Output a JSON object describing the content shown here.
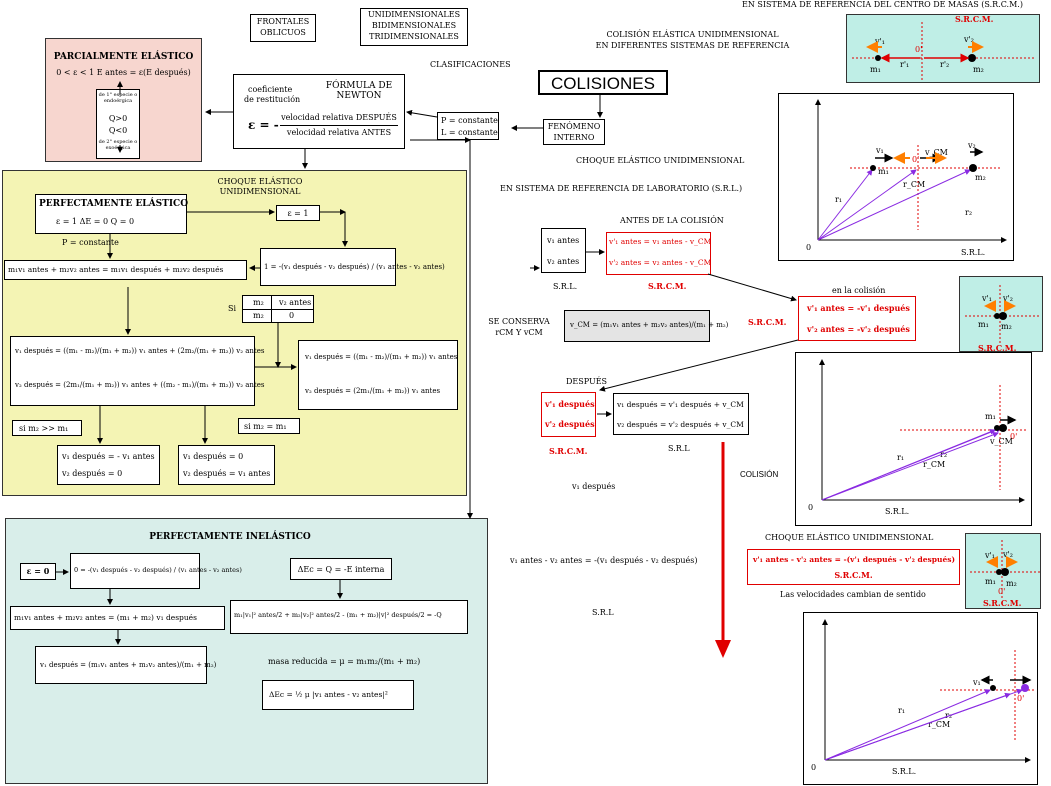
{
  "top": {
    "frontales": [
      "FRONTALES",
      "OBLICUOS"
    ],
    "dims": [
      "UNIDIMENSIONALES",
      "BIDIMENSIONALES",
      "TRIDIMENSIONALES"
    ],
    "clasificaciones": "CLASIFICACIONES",
    "colisiones": "COLISIONES",
    "fenomeno": [
      "FENÓMENO",
      "INTERNO"
    ],
    "srcm_title": "EN SISTEMA DE REFERENCIA DEL CENTRO DE MASAS (S.R.C.M.)",
    "colision_elastica": [
      "COLISIÓN ELÁSTICA UNIDIMENSIONAL",
      "EN DIFERENTES SISTEMAS DE REFERENCIA"
    ]
  },
  "parcial": {
    "title": "PARCIALMENTE ELÁSTICO",
    "formula": "0 < ε < 1    E antes = ε(E después)",
    "notes": [
      "de 1° especie o endoérgica",
      "Q>0",
      "Q<0",
      "de 2° especie o exoérgica"
    ]
  },
  "newton": {
    "coef": [
      "coeficiente",
      "de restitución"
    ],
    "title": [
      "FÓRMULA DE",
      "NEWTON"
    ],
    "num": "velocidad relativa DESPUÉS",
    "den": "velocidad relativa ANTES",
    "eps": "ε = -"
  },
  "conserv": [
    "P = constante",
    "L = constante"
  ],
  "choque": {
    "title": [
      "CHOQUE ELÁSTICO",
      "UNIDIMENSIONAL"
    ],
    "perf_title": "PERFECTAMENTE ELÁSTICO",
    "perf_eq": "ε = 1     ΔE = 0    Q = 0",
    "p_const": "P = constante",
    "eps1": "ε = 1",
    "one_eq": "1 = -(v₁ después - v₂ después) / (v₁ antes - v₂ antes)",
    "momentum": "m₁v₁ antes + m₂v₂ antes = m₁v₁ después + m₂v₂ después",
    "si": "Si",
    "si_table": [
      "m₂",
      "v₂ antes",
      "m₂",
      "0"
    ],
    "v1": "v₁ después = ((m₁ - m₂)/(m₁ + m₂)) v₁ antes + (2m₂/(m₁ + m₂)) v₂ antes",
    "v2": "v₂ después = (2m₁/(m₁ + m₂)) v₁ antes + ((m₂ - m₁)/(m₁ + m₂)) v₂ antes",
    "v1b": "v₁ después = ((m₁ - m₂)/(m₁ + m₂)) v₁ antes",
    "v2b": "v₂ después = (2m₁/(m₁ + m₂)) v₁ antes",
    "si_gg": "si m₂ >> m₁",
    "si_eq": "si m₂ = m₁",
    "res1": [
      "v₁ después = - v₁ antes",
      "v₂ después = 0"
    ],
    "res2": [
      "v₁ después = 0",
      "v₂ después = v₁ antes"
    ]
  },
  "inel": {
    "title": "PERFECTAMENTE INELÁSTICO",
    "eps0": "ε = 0",
    "zero_eq": "0 = -(v₁ después - v₂ después) / (v₁ antes - v₂ antes)",
    "dE": "ΔEc = Q = -E interna",
    "mom": "m₁v₁ antes + m₂v₂ antes = (m₁ + m₂) v₁ después",
    "energy": "m₁|v₁|² antes/2 + m₂|v₂|² antes/2 - (m₁ + m₂)|v|² después/2 = -Q",
    "vd": "v₁ después = (m₁v₁ antes + m₂v₂ antes)/(m₁ + m₂)",
    "mu": "masa reducida = μ = m₁m₂/(m₁ + m₂)",
    "dEc": "ΔEc = ½ μ |v₁ antes - v₂ antes|²"
  },
  "right": {
    "choque_uni": "CHOQUE ELÁSTICO UNIDIMENSIONAL",
    "srl_title": "EN SISTEMA DE REFERENCIA DE LABORATORIO (S.R.L.)",
    "antes_col": "ANTES DE LA COLISIÓN",
    "srl_box": [
      "v₁ antes",
      "v₂ antes"
    ],
    "srl": "S.R.L.",
    "srcm_box": [
      "v'₁ antes = v₁ antes - v_CM",
      "v'₂ antes = v₂ antes - v_CM"
    ],
    "srcm": "S.R.C.M.",
    "en_colision": "en la colisión",
    "col_box": [
      "v'₁ antes = -v'₁ después",
      "v'₂ antes = -v'₂ después"
    ],
    "se_conserva": [
      "SE CONSERVA",
      "rCM Y vCM"
    ],
    "vcm": "v_CM = (m₁v₁ antes + m₂v₂ antes)/(m₁ + m₂)",
    "despues": "DESPUÉS",
    "desp_red": [
      "v'₁ después",
      "v'₂ después"
    ],
    "desp_box": [
      "v₁ después = v'₁ después + v_CM",
      "v₂ después = v'₂ después + v_CM"
    ],
    "srl2": "S.R.L",
    "colision": "COLISIÓN",
    "v1desp": "v₁ después",
    "rel": "v₁ antes - v₂ antes = -(v₁ después - v₂ después)",
    "srl3": "S.R.L",
    "choque_uni2": "CHOQUE ELÁSTICO UNIDIMENSIONAL",
    "final_box": "v'₁ antes - v'₂ antes = -(v'₁ después - v'₂ después)",
    "final_srcm": "S.R.C.M.",
    "cambian": "Las velocidades cambian de sentido"
  },
  "plots": {
    "srcm_label": "S.R.C.M.",
    "srl_label": "S.R.L.",
    "origin": "0",
    "o_prime": "0'",
    "labels": {
      "v1": "v₁",
      "v2": "v₂",
      "vcm": "v_CM",
      "r1": "r₁",
      "r2": "r₂",
      "rcm": "r_CM",
      "m1": "m₁",
      "m2": "m₂",
      "v1p": "v'₁",
      "v2p": "v'₂",
      "r1p": "r'₁",
      "r2p": "r'₂"
    }
  },
  "colors": {
    "yellow": "#f4f4b4",
    "teal": "#d9eeea",
    "pink": "#f7d6cf",
    "aqua": "#bfeee6",
    "red": "#e00000",
    "purple": "#8a2be2",
    "orange": "#ff7f00"
  }
}
